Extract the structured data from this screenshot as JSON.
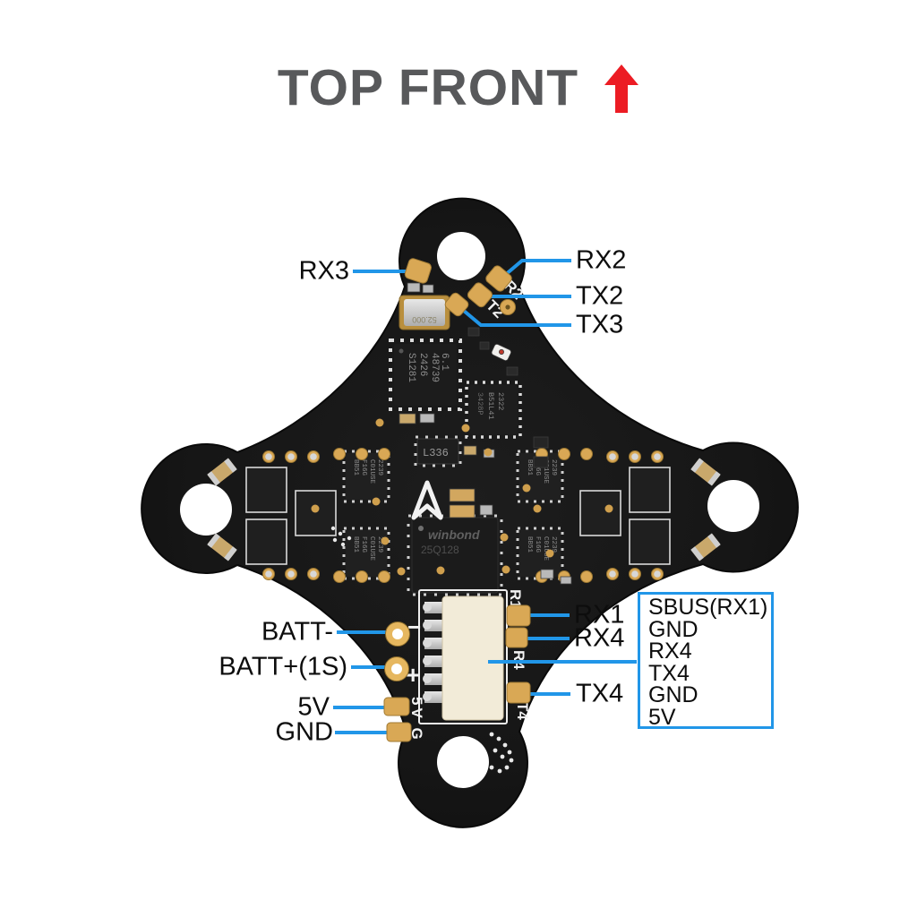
{
  "title": {
    "text": "TOP FRONT",
    "direction_arrow": "up"
  },
  "colors": {
    "accent_blue": "#2196e8",
    "board_black": "#151515",
    "pad_gold": "#d9a855",
    "title_gray": "#58595b",
    "arrow_red": "#ec1c24",
    "label_black": "#0d0d0d",
    "connector_cream": "#f2ebd8"
  },
  "callouts": {
    "rx3": "RX3",
    "rx2": "RX2",
    "tx2": "TX2",
    "tx3": "TX3",
    "batt_minus": "BATT-",
    "batt_plus": "BATT+(1S)",
    "five_v": "5V",
    "gnd": "GND",
    "rx1": "RX1",
    "rx4": "RX4",
    "tx4": "TX4"
  },
  "pinout_box": {
    "pins": [
      "SBUS(RX1)",
      "GND",
      "RX4",
      "TX4",
      "GND",
      "5V"
    ]
  },
  "board": {
    "silkscreen": {
      "r2": "R2",
      "t2": "T2",
      "r1": "R1",
      "r4": "R4",
      "t4": "T4",
      "minus": "−",
      "plus": "+",
      "power_rail": "5V G"
    },
    "chips": {
      "crystal": "52.000",
      "mcu_lines": [
        "S1281",
        "2426",
        "48739",
        "6.1"
      ],
      "sensor_lines": [
        "3428P",
        "B51L41",
        "2322"
      ],
      "flash_lines": [
        "winbond",
        "25Q128"
      ],
      "regulator": "L336",
      "esc_lines": [
        "BB51",
        "F16G",
        "C01USE",
        "2239"
      ]
    }
  }
}
